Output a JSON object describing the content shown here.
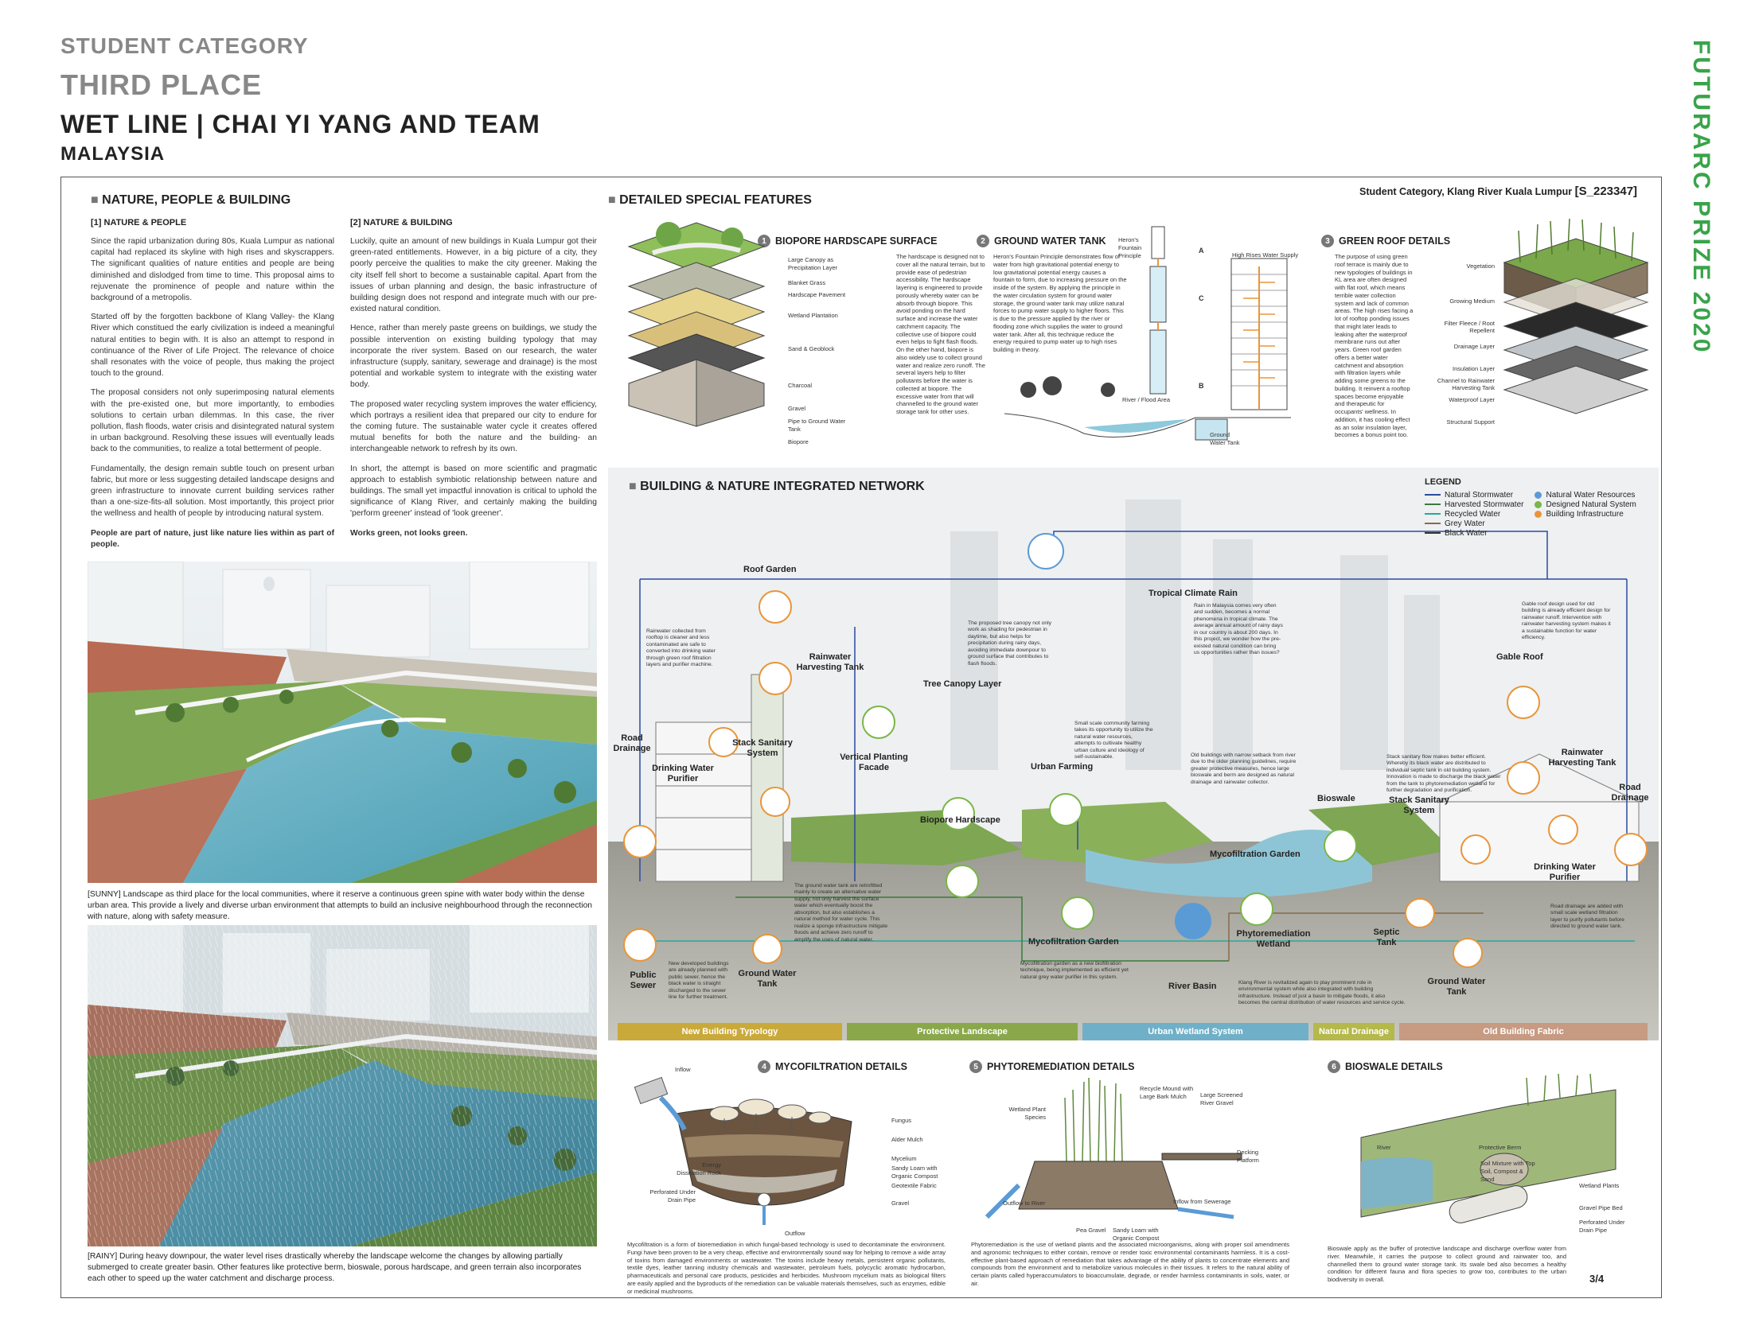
{
  "header": {
    "category": "STUDENT CATEGORY",
    "place": "THIRD PLACE",
    "title": "WET LINE | CHAI YI YANG AND TEAM",
    "country": "MALAYSIA",
    "side_title": "FUTURARC PRIZE 2020"
  },
  "project_code": {
    "label": "Student Category, Klang River Kuala Lumpur",
    "code": "[S_223347]"
  },
  "section1": {
    "title": "NATURE, PEOPLE & BUILDING",
    "col1_title": "[1] NATURE & PEOPLE",
    "col1_paragraphs": [
      "Since the rapid urbanization during 80s, Kuala Lumpur as national capital had replaced its skyline with high rises and skyscrappers. The significant qualities of nature entities and people are being diminished and dislodged from time to time. This proposal aims to rejuvenate the prominence of people and nature within the background of a metropolis.",
      "Started off by the forgotten backbone of Klang Valley- the Klang River which constitued the early civilization is indeed a meaningful natural entities to begin with. It is also an attempt to respond in continuance of the River of Life Project. The relevance of choice shall resonates with the voice of people, thus making the project touch to the ground.",
      "The proposal considers not only superimposing natural elements with the pre-existed one, but more importantly, to embodies solutions to certain urban dilemmas. In this case, the river pollution, flash floods, water crisis and disintegrated natural system in urban background. Resolving these issues will eventually leads back to the communities, to realize a total betterment of people.",
      "Fundamentally, the design remain subtle touch on present urban fabric, but more or less suggesting detailed landscape designs and green infrastructure to innovate current building services rather than a one-size-fits-all solution. Most importantly, this project prior the wellness and health of people by introducing natural system.",
      "People are part of nature, just like nature lies within as part of people."
    ],
    "col2_title": "[2] NATURE & BUILDING",
    "col2_paragraphs": [
      "Luckily, quite an amount of new buildings in Kuala Lumpur got their green-rated entitlements. However, in a big picture of a city, they poorly perceive the qualities to make the city greener. Making the city itself fell short to become a sustainable capital. Apart from the issues of urban planning and design, the basic infrastructure of building design does not respond and integrate much with our pre-existed natural condition.",
      "Hence, rather than merely paste greens on buildings, we study the possible intervention on existing building typology that may incorporate the river system. Based on our research, the water infrastructure (supply, sanitary, sewerage and drainage) is the most potential and workable system to integrate with the existing water body.",
      "The proposed water recycling system improves the water efficiency, which portrays a resilient idea that prepared our city to endure for the coming future. The sustainable water cycle it creates offered mutual benefits for both the nature and the building- an interchangeable network to refresh by its own.",
      "In short, the attempt is based on more scientific and pragmatic approach to establish symbiotic relationship between nature and buildings. The small yet impactful innovation is critical to uphold the significance of Klang River, and certainly making the building 'perform greener' instead of 'look greener'.",
      "Works green, not looks green."
    ],
    "caption_sunny": "[SUNNY] Landscape as third place for the local communities, where it reserve a continuous green spine with water body within the dense urban area. This provide a lively and diverse urban environment that attempts to build an inclusive neighbourhood through the reconnection with nature, along with safety measure.",
    "caption_rainy": "[RAINY] During heavy downpour, the water level rises drastically whereby the landscape welcome the changes by allowing partially submerged to create greater basin. Other features like protective berm, bioswale, porous hardscape, and green terrain also incorporates each other to speed up the water catchment and discharge process."
  },
  "section2": {
    "title": "DETAILED SPECIAL FEATURES",
    "f1": {
      "num": "1",
      "title": "BIOPORE HARDSCAPE SURFACE",
      "labels": [
        "Large Canopy as Precipitation Layer",
        "Blanket Grass",
        "Hardscape Pavement",
        "Wetland Plantation",
        "Sand & Geoblock",
        "Charcoal",
        "Gravel",
        "Pipe to Ground Water Tank",
        "Biopore"
      ],
      "text": "The hardscape is designed not to cover all the natural terrain, but to provide ease of pedestrian accessibility. The hardscape layering is engineered to provide porously whereby water can be absorb through biopore. This avoid ponding on the hard surface and increase the water catchment capacity. The collective use of biopore could even helps to fight flash floods. On the other hand, biopore is also widely use to collect ground water and realize zero runoff. The several layers help to filter pollutants before the water is collected at biopore. The excessive water from that will channelled to the ground water storage tank for other uses."
    },
    "f2": {
      "num": "2",
      "title": "GROUND WATER TANK",
      "text": "Heron's Fountain Principle demonstrates flow of water from high gravitational potential energy to low gravitational potential energy causes a fountain to form, due to increasing pressure on the inside of the system. By applying the principle in the water circulation system for ground water storage, the ground water tank may utilize natural forces to pump water supply to higher floors. This is due to the pressure applied by the river or flooding zone which supplies the water to ground water tank. After all, this technique reduce the energy required to pump water up to high rises building in theory.",
      "labels": [
        "Heron's Fountain Principle",
        "High Rises Water Supply",
        "River / Flood Area",
        "Ground Water Tank",
        "A",
        "B",
        "C"
      ]
    },
    "f3": {
      "num": "3",
      "title": "GREEN ROOF DETAILS",
      "text": "The purpose of using green roof terrace is mainly due to new typologies of buildings in KL area are often designed with flat roof, which means terrible water collection system and lack of common areas. The high rises facing a lot of rooftop ponding issues that might later leads to leaking after the waterproof membrane runs out after years. Green roof garden offers a better water catchment and absorption with filtration layers while adding some greens to the building. It reinvent a rooftop spaces become enjoyable and therapeutic for occupants' wellness. In addition, it has cooling effect as an solar insulation layer, becomes a bonus point too.",
      "labels": [
        "Vegetation",
        "Growing Medium",
        "Filter Fleece / Root Repellent",
        "Drainage Layer",
        "Insulation Layer",
        "Channel to Rainwater Harvesting Tank",
        "Waterproof Layer",
        "Structural Support"
      ]
    }
  },
  "section3": {
    "title": "BUILDING & NATURE INTEGRATED NETWORK",
    "legend": {
      "title": "LEGEND",
      "lines": [
        {
          "label": "Natural Stormwater",
          "color": "#2b4aa0"
        },
        {
          "label": "Harvested Stormwater",
          "color": "#3a7b3a"
        },
        {
          "label": "Recycled Water",
          "color": "#2aa89a"
        },
        {
          "label": "Grey Water",
          "color": "#8a6a4a"
        },
        {
          "label": "Black Water",
          "color": "#333333"
        }
      ],
      "dots": [
        {
          "label": "Natural Water Resources",
          "color": "#5b9bd5"
        },
        {
          "label": "Designed Natural System",
          "color": "#7ab648"
        },
        {
          "label": "Building Infrastructure",
          "color": "#e8953a"
        }
      ]
    },
    "nodes": {
      "roof_garden": "Roof Garden",
      "rainwater_tank_l": "Rainwater Harvesting Tank",
      "road_drainage_l": "Road Drainage",
      "stack_sanitary_l": "Stack Sanitary System",
      "drinking_purifier_l": "Drinking Water Purifier",
      "vertical_facade": "Vertical Planting Facade",
      "tree_canopy": "Tree Canopy Layer",
      "tropical_rain": "Tropical Climate Rain",
      "urban_farming": "Urban Farming",
      "biopore": "Biopore Hardscape",
      "mycofiltration_garden_r": "Mycofiltration Garden",
      "mycofiltration_garden": "Mycofiltration Garden",
      "phytoremediation": "Phytoremediation Wetland",
      "river_basin": "River Basin",
      "bioswale": "Bioswale",
      "gable_roof": "Gable Roof",
      "rainwater_tank_r": "Rainwater Harvesting Tank",
      "road_drainage_r": "Road Drainage",
      "stack_sanitary_r": "Stack Sanitary System",
      "drinking_purifier_r": "Drinking Water Purifier",
      "septic_tank": "Septic Tank",
      "ground_tank_l": "Ground Water Tank",
      "ground_tank_r": "Ground Water Tank",
      "public_sewer": "Public Sewer"
    },
    "notes": {
      "rainwater": "Rainwater collected from rooftop is cleaner and less contaminated are safe to converted into drinking water through green roof filtration layers and purifier machine.",
      "canopy": "The proposed tree canopy not only work as shading for pedestrian in daytime, but also helps for precipitation during rainy days, avoiding immediate downpour to ground surface that contributes to flash floods.",
      "rain": "Rain in Malaysia comes very often and sudden, becomes a normal phenomena in tropical climate. The average annual amount of rainy days in our country is about 200 days. In this project, we wonder how the pre-existed natural condition can bring us opportunities rather than issues?",
      "gable": "Gable roof design used for old building is already efficient design for rainwater runoff. Intervention with rainwater harvesting system makes it a sustainable function for water efficiency.",
      "farming": "Small scale community farming takes its opportunity to utilize the natural water resources, attempts to cultivate healthy urban culture and ideology of self-sustainable.",
      "old_bldg": "Old buildings with narrow setback from river due to the older planning guidelines, require greater protective measures, hence large bioswale and berm are designed as natural drainage and rainwater collector.",
      "stack": "Stack sanitary flow makes better efficient. Whereby its black water are distributed to individual septic tank in old building system. Innovation is made to discharge the black water from the tank to phytoremediation wetland for further degradation and purification.",
      "ground": "The ground water tank are retrofitted mainly to create an alternative water supply, not only harvest the surface water which eventually boost the absorption, but also establishes a natural method for water cycle. This realize a sponge infrastructure mitigate floods and achieve zero runoff to amplify the uses of natural water.",
      "new_bldg": "New developed buildings are already planned with public sewer, hence the black water is straight discharged to the sewer line for further treatment.",
      "myco": "Mycofiltration garden as a new biofiltration technique, being implemented as efficient yet natural grey water purifier in this system.",
      "river": "Klang River is revitalized again to play prominent role in environmental system while also integrated with building infrastructure. Instead of just a basin to mitigate floods, it also becomes the central distribution of water resources and service cycle.",
      "road": "Road drainage are added with small scale wetland filtration layer to purify pollutants before directed to ground water tank."
    },
    "bands": [
      {
        "label": "New Building Typology",
        "color": "#c9a93a"
      },
      {
        "label": "Protective Landscape",
        "color": "#8aa84a"
      },
      {
        "label": "Urban Wetland System",
        "color": "#6fb0c8"
      },
      {
        "label": "Natural Drainage",
        "color": "#b5b84a"
      },
      {
        "label": "Old Building Fabric",
        "color": "#c79a82"
      }
    ]
  },
  "details": {
    "d4": {
      "num": "4",
      "title": "MYCOFILTRATION DETAILS",
      "labels": [
        "Inflow",
        "Fungus",
        "Alder Mulch",
        "Mycelium",
        "Sandy Loam with Organic Compost",
        "Geotextile Fabric",
        "Gravel",
        "Energy Dissipation Rock",
        "Perforated Under Drain Pipe",
        "Outflow"
      ],
      "text": "Mycofiltration is a form of bioremediation in which fungal-based technology is used to decontaminate the environment. Fungi have been proven to be a very cheap, effective and environmentally sound way for helping to remove a wide array of toxins from damaged environments or wastewater. The toxins include heavy metals, persistent organic pollutants, textile dyes, leather tanning industry chemicals and wastewater, petroleum fuels, polycyclic aromatic hydrocarbon, pharmaceuticals and personal care products, pesticides and herbicides. Mushroom mycelium mats as biological filters are easily applied and the byproducts of the remediation can be valuable materials themselves, such as enzymes, edible or medicinal mushrooms."
    },
    "d5": {
      "num": "5",
      "title": "PHYTOREMEDIATION DETAILS",
      "labels": [
        "Wetland Plant Species",
        "Recycle Mound with Large Bark Mulch",
        "Large Screened River Gravel",
        "Decking Platform",
        "Outflow to River",
        "Inflow from Sewerage",
        "Pea Gravel",
        "Sandy Loam with Organic Compost"
      ],
      "text": "Phytoremediation is the use of wetland plants and the associated microorganisms, along with proper soil amendments and agronomic techniques to either contain, remove or render toxic environmental contaminants harmless. It is a cost-effective plant-based approach of remediation that takes advantage of the ability of plants to concentrate elements and compounds from the environment and to metabolize various molecules in their tissues. It refers to the natural ability of certain plants called hyperaccumulators to bioaccumulate, degrade, or render harmless contaminants in soils, water, or air."
    },
    "d6": {
      "num": "6",
      "title": "BIOSWALE DETAILS",
      "labels": [
        "River",
        "Protective Berm",
        "Soil Mixture with Top Soil, Compost & Sand",
        "Wetland Plants",
        "Gravel Pipe Bed",
        "Perforated Under Drain Pipe"
      ],
      "text": "Bioswale apply as the buffer of protective landscape and discharge overflow water from river. Meanwhile, it carries the purpose to collect ground and rainwater too, and channelled them to ground water storage tank. Its swale bed also becomes a healthy condition for different fauna and flora species to grow too, contributes to the urban biodiversity in overall."
    }
  },
  "page_number": "3/4"
}
